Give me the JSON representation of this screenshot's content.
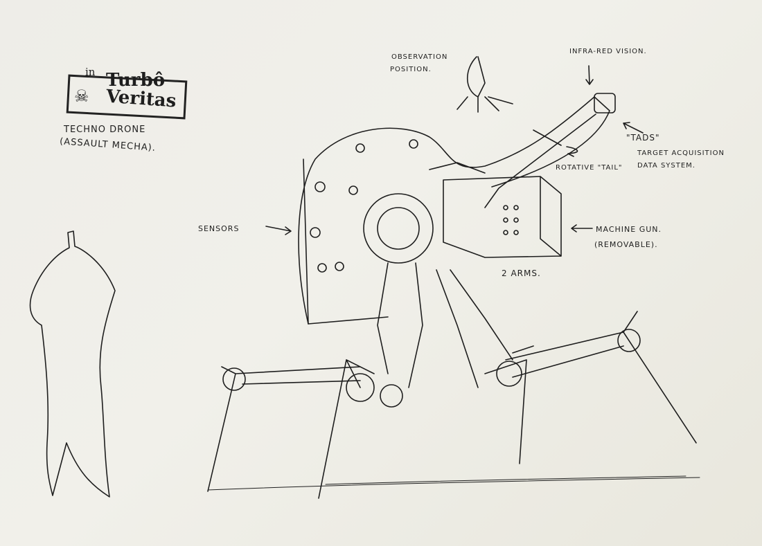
{
  "logo": {
    "prefix": "in",
    "line1": "Turbô",
    "line2": "Veritas",
    "icon": "skull-icon"
  },
  "title": {
    "line1": "Techno Drone",
    "line2": "(Assault Mecha)."
  },
  "annotations": {
    "observation": {
      "line1": "Observation",
      "line2": "Position."
    },
    "infrared": "Infra-Red Vision.",
    "tads": "\"TADS\"",
    "tads_full": {
      "line1": "Target Acquisition",
      "line2": "Data System."
    },
    "tail": "Rotative \"Tail\"",
    "sensors": "Sensors",
    "gun": {
      "line1": "Machine Gun.",
      "line2": "(Removable)."
    },
    "arms": "2 Arms."
  }
}
